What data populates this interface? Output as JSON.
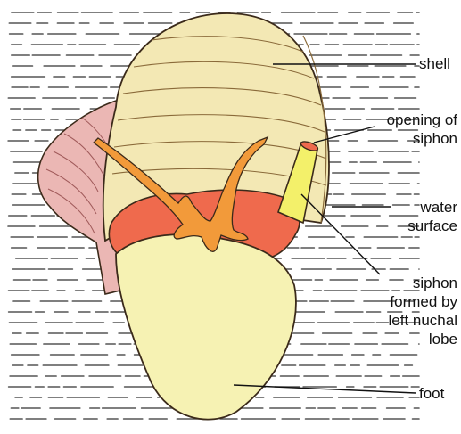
{
  "labels": {
    "shell": "shell",
    "opening_of_siphon": [
      "opening of",
      "siphon"
    ],
    "water_surface": [
      "water",
      "surface"
    ],
    "siphon": [
      "siphon",
      "formed by",
      "left nuchal",
      "lobe"
    ],
    "foot": "foot"
  },
  "colors": {
    "shell_body": "#f3e8b4",
    "shell_spire": "#ebb7b4",
    "mantle": "#ef6a4d",
    "foot": "#f6f2b3",
    "tentacle": "#f29a3a",
    "siphon": "#f3f06a",
    "water_lines": "#555555",
    "outline": "#3b2a1a"
  }
}
